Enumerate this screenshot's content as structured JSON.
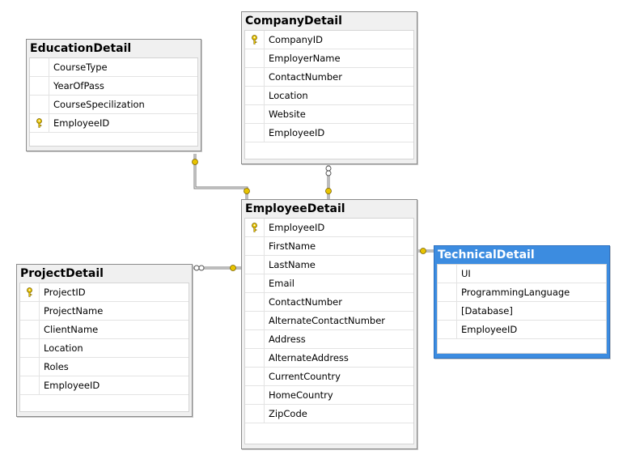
{
  "tables": {
    "education": {
      "title": "EducationDetail",
      "columns": [
        {
          "name": "CourseType",
          "key": false
        },
        {
          "name": "YearOfPass",
          "key": false
        },
        {
          "name": "CourseSpecilization",
          "key": false
        },
        {
          "name": "EmployeeID",
          "key": true
        }
      ]
    },
    "company": {
      "title": "CompanyDetail",
      "columns": [
        {
          "name": "CompanyID",
          "key": true
        },
        {
          "name": "EmployerName",
          "key": false
        },
        {
          "name": "ContactNumber",
          "key": false
        },
        {
          "name": "Location",
          "key": false
        },
        {
          "name": "Website",
          "key": false
        },
        {
          "name": "EmployeeID",
          "key": false
        }
      ]
    },
    "employee": {
      "title": "EmployeeDetail",
      "columns": [
        {
          "name": "EmployeeID",
          "key": true
        },
        {
          "name": "FirstName",
          "key": false
        },
        {
          "name": "LastName",
          "key": false
        },
        {
          "name": "Email",
          "key": false
        },
        {
          "name": "ContactNumber",
          "key": false
        },
        {
          "name": "AlternateContactNumber",
          "key": false
        },
        {
          "name": "Address",
          "key": false
        },
        {
          "name": "AlternateAddress",
          "key": false
        },
        {
          "name": "CurrentCountry",
          "key": false
        },
        {
          "name": "HomeCountry",
          "key": false
        },
        {
          "name": "ZipCode",
          "key": false
        }
      ]
    },
    "project": {
      "title": "ProjectDetail",
      "columns": [
        {
          "name": "ProjectID",
          "key": true
        },
        {
          "name": "ProjectName",
          "key": false
        },
        {
          "name": "ClientName",
          "key": false
        },
        {
          "name": "Location",
          "key": false
        },
        {
          "name": "Roles",
          "key": false
        },
        {
          "name": "EmployeeID",
          "key": false
        }
      ]
    },
    "technical": {
      "title": "TechnicalDetail",
      "selected": true,
      "columns": [
        {
          "name": "UI",
          "key": false
        },
        {
          "name": "ProgrammingLanguage",
          "key": false
        },
        {
          "name": "[Database]",
          "key": false
        },
        {
          "name": "EmployeeID",
          "key": false
        }
      ]
    }
  },
  "colors": {
    "selected_header": "#3c8ce0",
    "key_icon": "#e8c400",
    "connector": "#7a7a7a"
  }
}
